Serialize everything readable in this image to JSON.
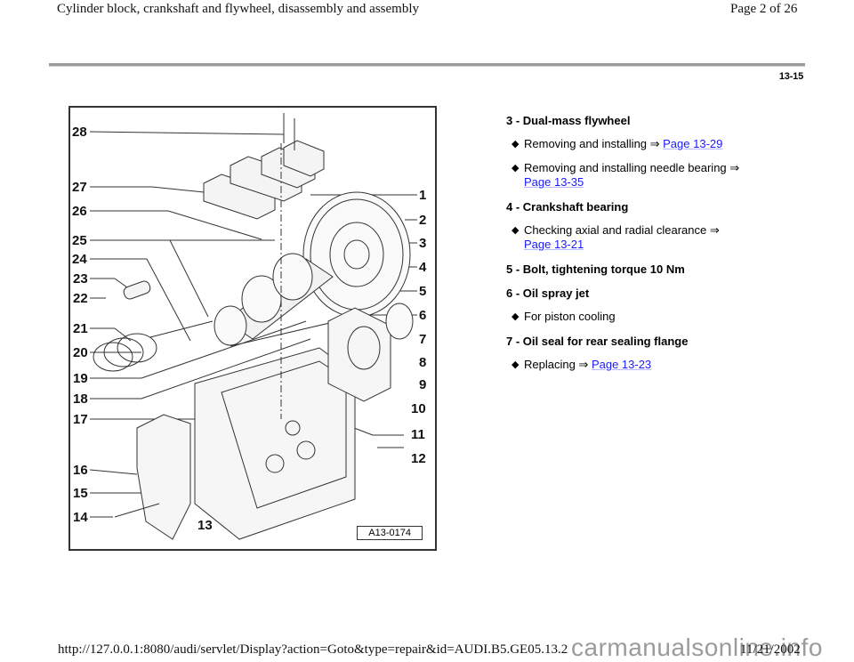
{
  "header": {
    "title": "Cylinder block, crankshaft and flywheel, disassembly and assembly",
    "page_indicator": "Page 2 of 26"
  },
  "page_number": "13-15",
  "figure": {
    "id": "A13-0174",
    "callouts": [
      "1",
      "2",
      "3",
      "4",
      "5",
      "6",
      "7",
      "8",
      "9",
      "10",
      "11",
      "12",
      "13",
      "14",
      "15",
      "16",
      "17",
      "18",
      "19",
      "20",
      "21",
      "22",
      "23",
      "24",
      "25",
      "26",
      "27",
      "28"
    ]
  },
  "items": [
    {
      "title": "3 - Dual-mass flywheel",
      "bullets": [
        {
          "text": "Removing and installing ⇒ ",
          "link": "Page 13-29"
        },
        {
          "text": "Removing and installing needle bearing ⇒ ",
          "link": "Page 13-35"
        }
      ]
    },
    {
      "title": "4 - Crankshaft bearing",
      "bullets": [
        {
          "text": "Checking axial and radial clearance ⇒ ",
          "link": "Page 13-21"
        }
      ]
    },
    {
      "title": "5 - Bolt, tightening torque 10 Nm",
      "bullets": []
    },
    {
      "title": "6 - Oil spray jet",
      "bullets": [
        {
          "text": "For piston cooling",
          "link": null
        }
      ]
    },
    {
      "title": "7 - Oil seal for rear sealing flange",
      "bullets": [
        {
          "text": "Replacing ⇒ ",
          "link": "Page 13-23"
        }
      ]
    }
  ],
  "footer": {
    "url": "http://127.0.0.1:8080/audi/servlet/Display?action=Goto&type=repair&id=AUDI.B5.GE05.13.2",
    "date": "11/21/2002",
    "watermark": "carmanualsonline.info"
  },
  "colors": {
    "link": "#1a1aff",
    "rule": "#9a9a9a"
  }
}
